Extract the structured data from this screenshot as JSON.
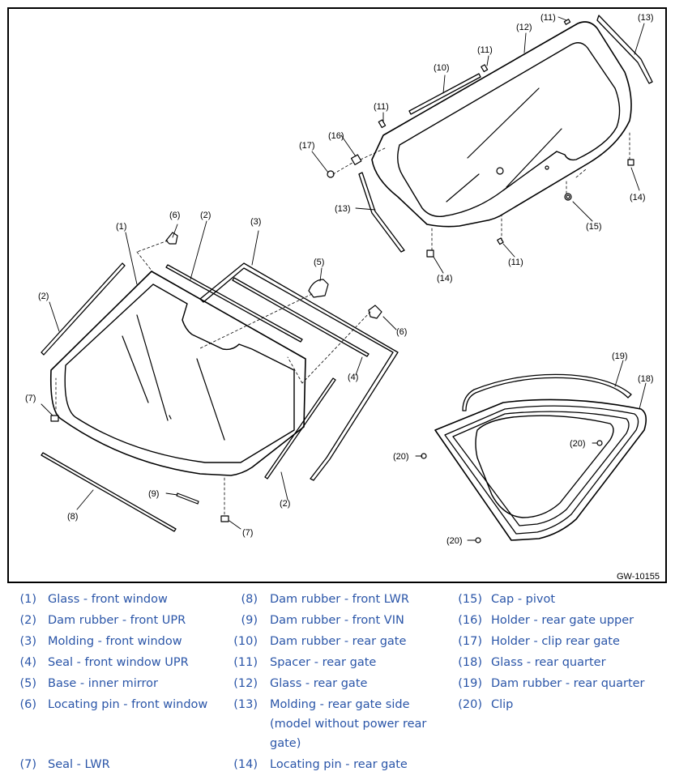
{
  "figure": {
    "id": "GW-10155",
    "callouts": {
      "c1": "(1)",
      "c2a": "(2)",
      "c2b": "(2)",
      "c2c": "(2)",
      "c3": "(3)",
      "c4": "(4)",
      "c5": "(5)",
      "c6a": "(6)",
      "c6b": "(6)",
      "c7a": "(7)",
      "c7b": "(7)",
      "c8": "(8)",
      "c9": "(9)",
      "c10": "(10)",
      "c11a": "(11)",
      "c11b": "(11)",
      "c11c": "(11)",
      "c11d": "(11)",
      "c12": "(12)",
      "c13a": "(13)",
      "c13b": "(13)",
      "c14a": "(14)",
      "c14b": "(14)",
      "c15": "(15)",
      "c16": "(16)",
      "c17": "(17)",
      "c18": "(18)",
      "c19": "(19)",
      "c20a": "(20)",
      "c20b": "(20)",
      "c20c": "(20)"
    }
  },
  "legend": [
    {
      "num": "(1)",
      "text": "Glass - front window"
    },
    {
      "num": "(2)",
      "text": "Dam rubber - front UPR"
    },
    {
      "num": "(3)",
      "text": "Molding - front window"
    },
    {
      "num": "(4)",
      "text": "Seal - front window UPR"
    },
    {
      "num": "(5)",
      "text": "Base - inner mirror"
    },
    {
      "num": "(6)",
      "text": "Locating pin - front window"
    },
    {
      "num": "(7)",
      "text": "Seal - LWR"
    },
    {
      "num": "(8)",
      "text": "Dam rubber - front LWR"
    },
    {
      "num": "(9)",
      "text": "Dam rubber - front VIN"
    },
    {
      "num": "(10)",
      "text": "Dam rubber - rear gate"
    },
    {
      "num": "(11)",
      "text": "Spacer - rear gate"
    },
    {
      "num": "(12)",
      "text": "Glass - rear gate"
    },
    {
      "num": "(13)",
      "text": "Molding - rear gate side",
      "text2": "(model without power rear",
      "text3": "gate)"
    },
    {
      "num": "(14)",
      "text": "Locating pin - rear gate"
    },
    {
      "num": "(15)",
      "text": "Cap - pivot"
    },
    {
      "num": "(16)",
      "text": "Holder - rear gate upper"
    },
    {
      "num": "(17)",
      "text": "Holder - clip rear gate"
    },
    {
      "num": "(18)",
      "text": "Glass - rear quarter"
    },
    {
      "num": "(19)",
      "text": "Dam rubber - rear quarter"
    },
    {
      "num": "(20)",
      "text": "Clip"
    }
  ]
}
